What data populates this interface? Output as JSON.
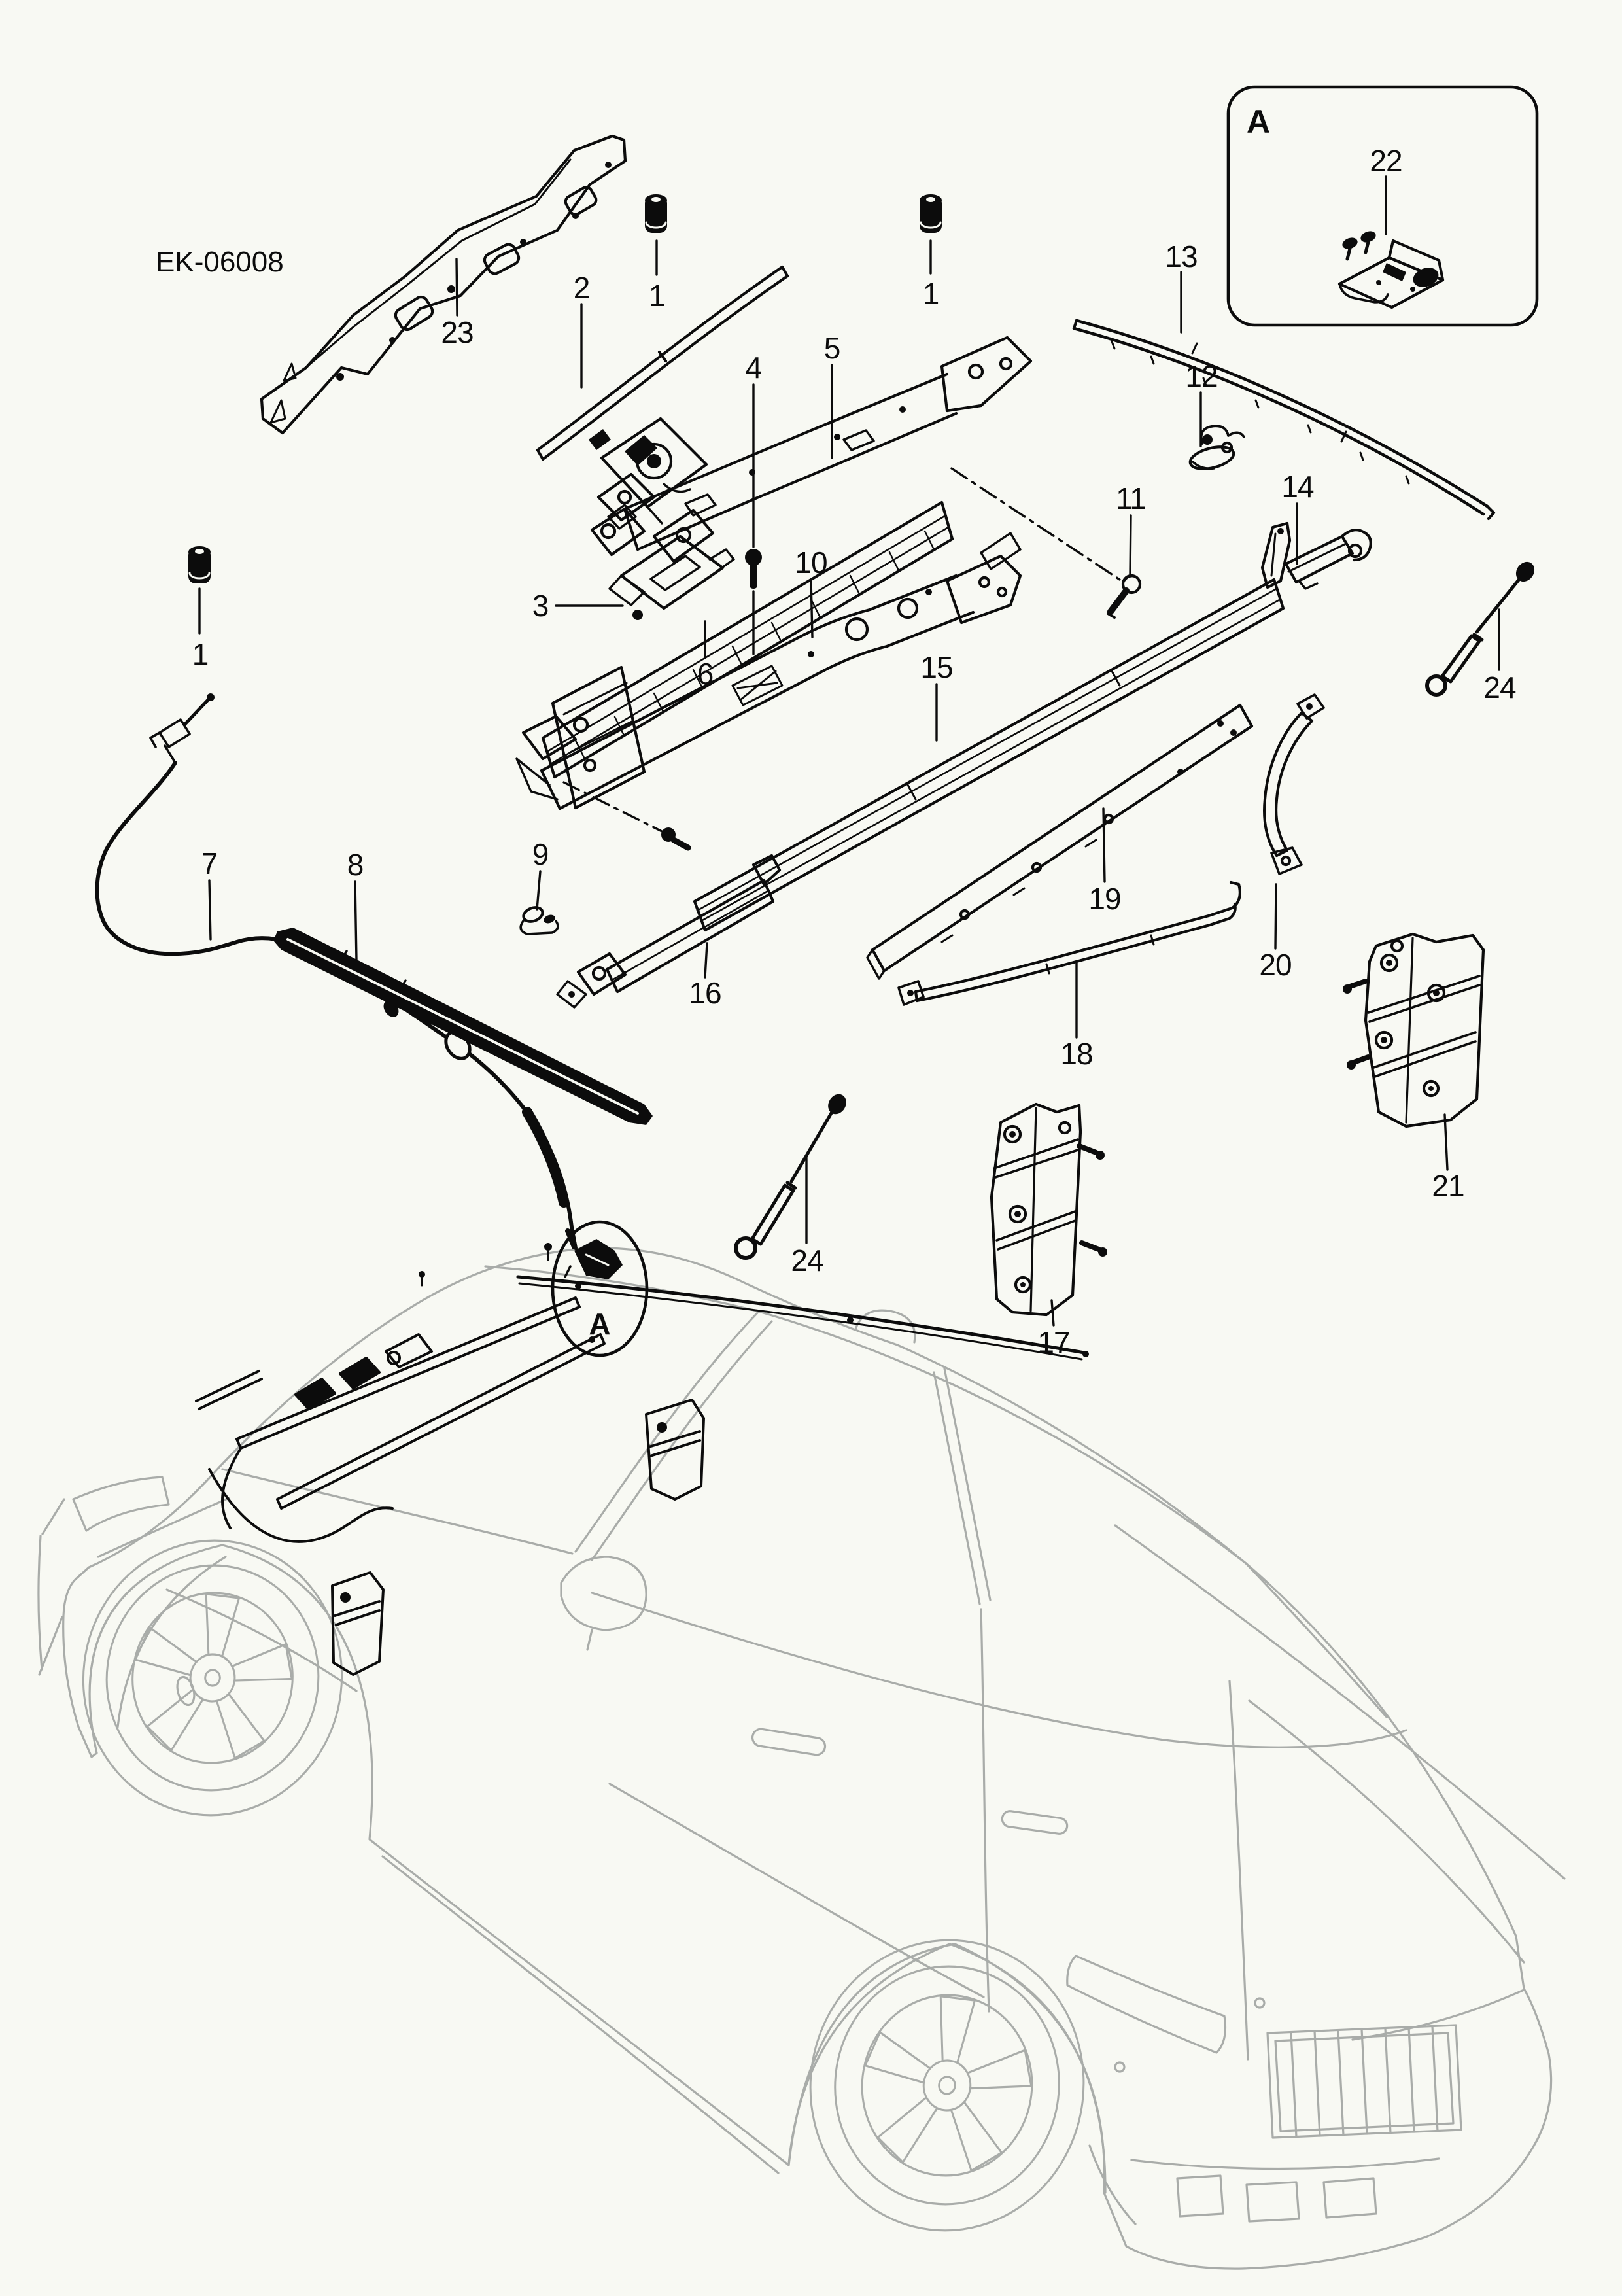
{
  "diagram": {
    "code": "EK-06008",
    "type": "exploded-parts-diagram",
    "subject": "panoramic sunroof mechanism on fastback car"
  },
  "colors": {
    "background": "#f8f9f3",
    "part_line": "#0c0c0c",
    "car_line": "#a9aca9"
  },
  "detail_box": {
    "label": "A"
  },
  "detail_circle": {
    "label": "A"
  },
  "part_labels": [
    "1",
    "1",
    "1",
    "2",
    "3",
    "4",
    "5",
    "6",
    "7",
    "8",
    "9",
    "10",
    "11",
    "12",
    "13",
    "14",
    "15",
    "16",
    "17",
    "18",
    "19",
    "20",
    "21",
    "22",
    "23",
    "24",
    "24"
  ]
}
